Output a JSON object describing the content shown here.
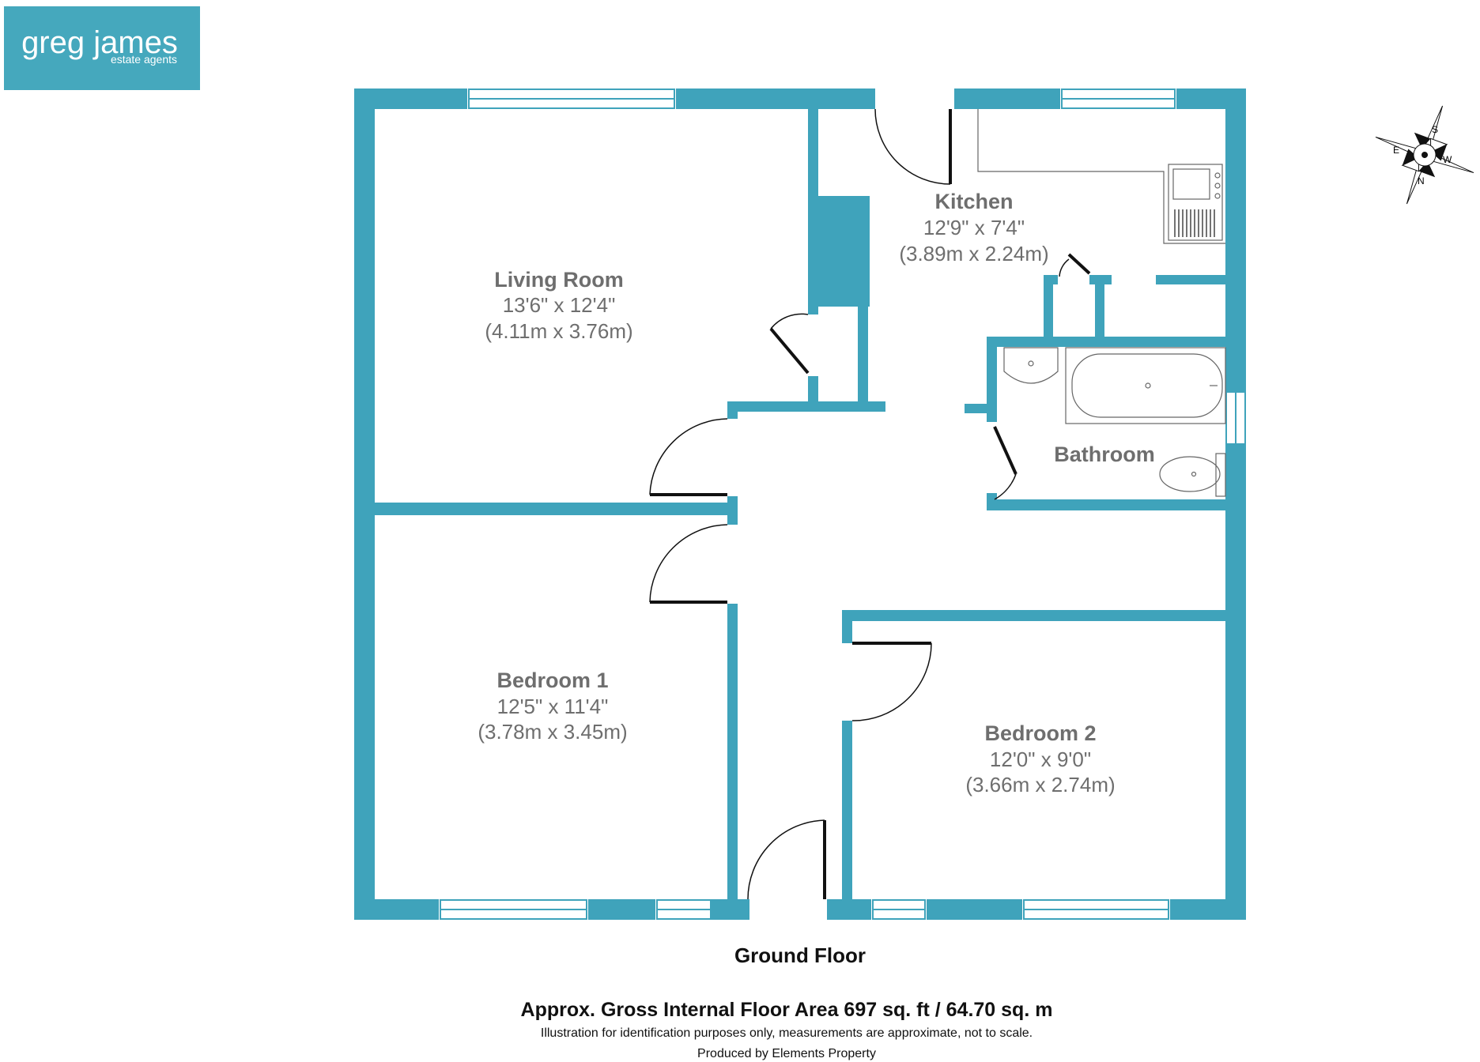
{
  "brand": {
    "name": "greg james",
    "tagline": "estate agents",
    "color": "#45a8bd"
  },
  "wall_color": "#3fa3bb",
  "rooms": [
    {
      "id": "living-room",
      "name": "Living Room",
      "dim_imperial": "13'6\" x 12'4\"",
      "dim_metric": "(4.11m x 3.76m)"
    },
    {
      "id": "kitchen",
      "name": "Kitchen",
      "dim_imperial": "12'9\" x 7'4\"",
      "dim_metric": "(3.89m x 2.24m)"
    },
    {
      "id": "bathroom",
      "name": "Bathroom"
    },
    {
      "id": "bedroom-1",
      "name": "Bedroom 1",
      "dim_imperial": "12'5\" x 11'4\"",
      "dim_metric": "(3.78m x 3.45m)"
    },
    {
      "id": "bedroom-2",
      "name": "Bedroom 2",
      "dim_imperial": "12'0\" x 9'0\"",
      "dim_metric": "(3.66m x 2.74m)"
    }
  ],
  "compass": {
    "s": "S",
    "w": "W",
    "n": "N",
    "e": "E"
  },
  "captions": {
    "floor": "Ground Floor",
    "area": "Approx. Gross Internal Floor Area 697 sq. ft / 64.70 sq. m",
    "disclaimer": "Illustration for identification purposes only, measurements are approximate, not to scale.",
    "producer": "Produced by Elements Property"
  }
}
